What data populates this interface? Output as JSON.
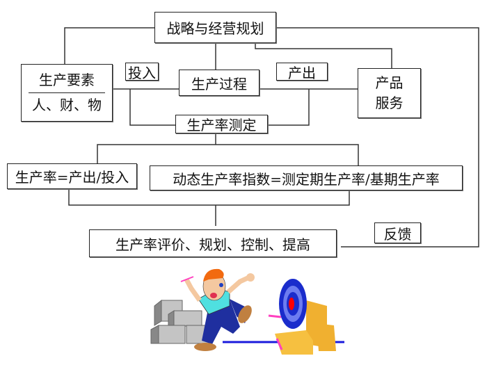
{
  "diagram": {
    "strategy": "战略与经营规划",
    "factors_title": "生产要素",
    "factors_detail": "人、财、物",
    "input_label": "投入",
    "process": "生产过程",
    "output_label": "产出",
    "product_line1": "产品",
    "product_line2": "服务",
    "measurement": "生产率测定",
    "formula_static": "生产率=产出/投入",
    "formula_dynamic": "动态生产率指数=测定期生产率/基期生产率",
    "evaluation": "生产率评价、规划、控制、提高",
    "feedback": "反馈"
  },
  "colors": {
    "line": "#333333",
    "target_blue": "#2a3fd8",
    "target_red": "#ff0000",
    "box_orange": "#f0b030",
    "block_gray": "#c0c0c0"
  }
}
